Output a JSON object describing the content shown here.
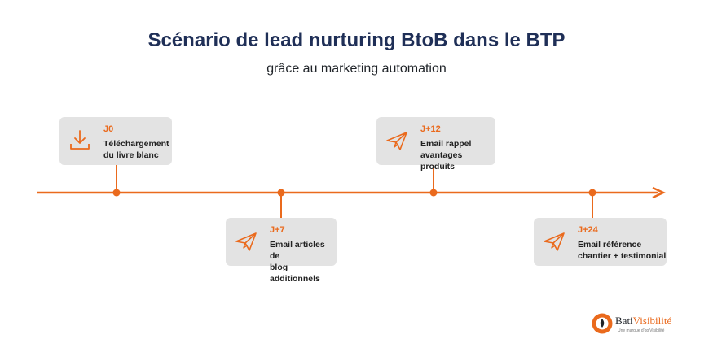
{
  "title": "Scénario de lead nurturing BtoB dans le BTP",
  "subtitle": "grâce au marketing automation",
  "colors": {
    "accent": "#ea6a1d",
    "title": "#1f2f57",
    "card": "#e3e3e3"
  },
  "steps": [
    {
      "day": "J0",
      "label": "Téléchargement\ndu livre blanc",
      "icon": "download-icon",
      "position": "above"
    },
    {
      "day": "J+7",
      "label": "Email articles de\nblog additionnels",
      "icon": "paper-plane-icon",
      "position": "below"
    },
    {
      "day": "J+12",
      "label": "Email rappel\navantages produits",
      "icon": "paper-plane-icon",
      "position": "above"
    },
    {
      "day": "J+24",
      "label": "Email référence\nchantier + testimonial",
      "icon": "paper-plane-icon",
      "position": "below"
    }
  ],
  "logo": {
    "name_part1": "Bati",
    "name_part2": "Visibilité",
    "tagline": "Une marque d'op'Visibilité"
  }
}
